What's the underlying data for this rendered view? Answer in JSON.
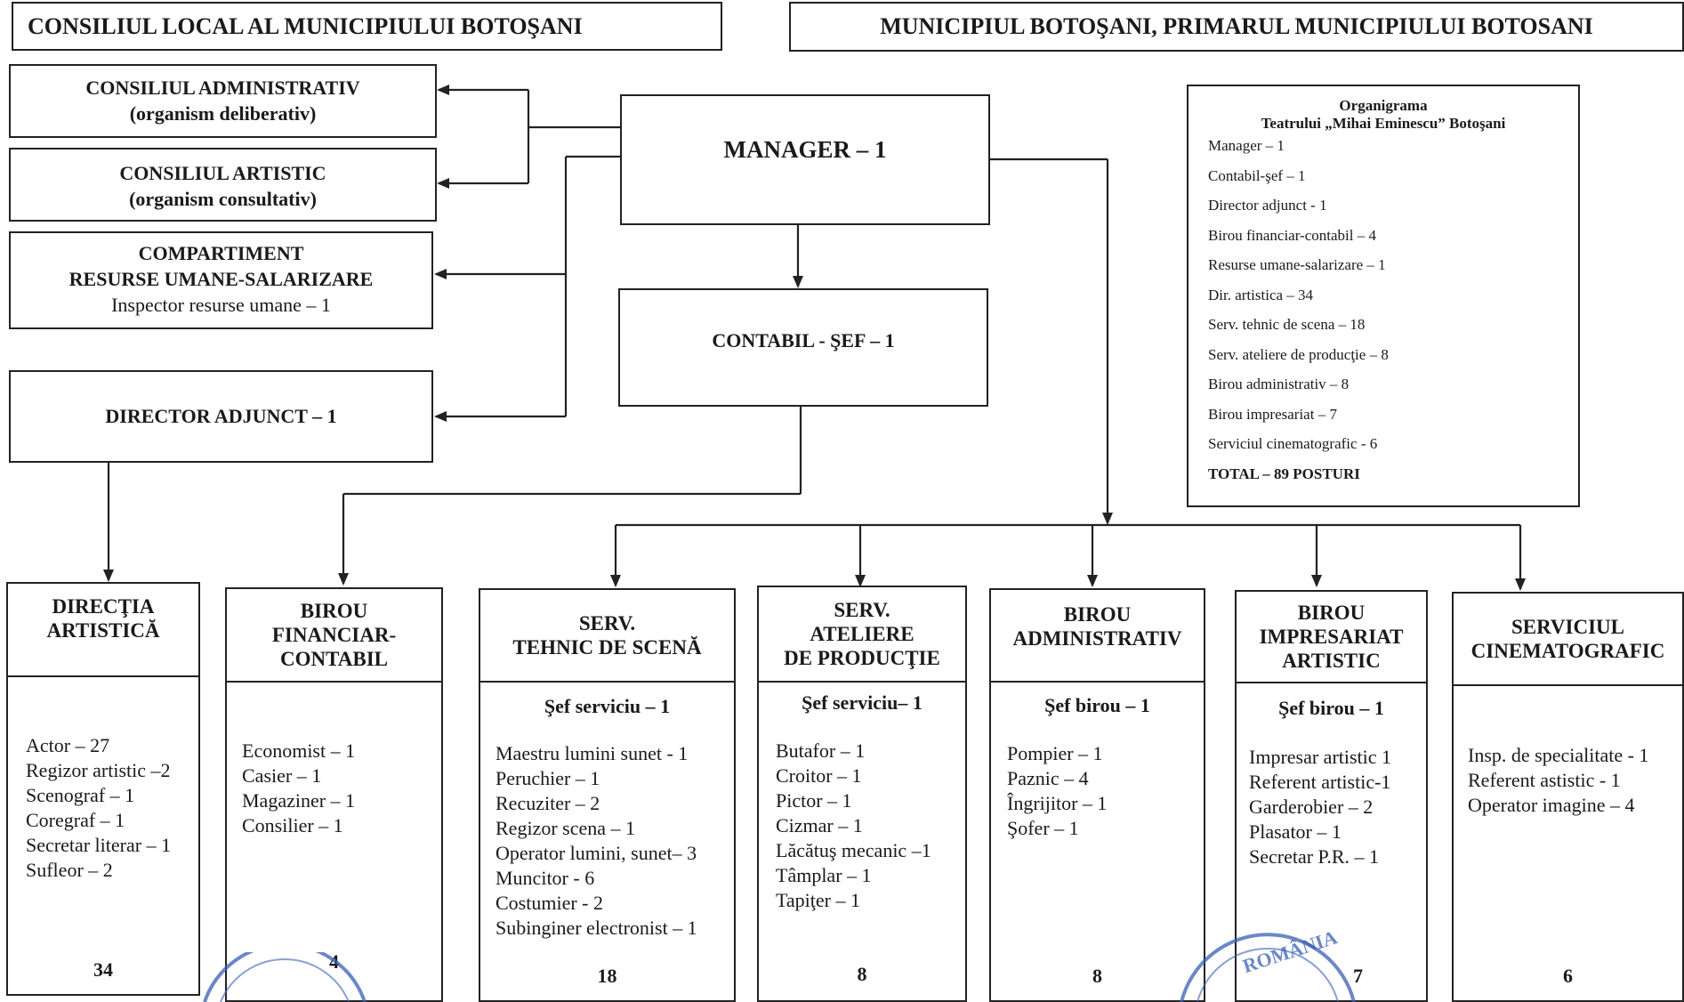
{
  "header_left": "CONSILIUL LOCAL AL MUNICIPIULUI  BOTOŞANI",
  "header_right": "MUNICIPIUL BOTOŞANI, PRIMARUL MUNICIPIULUI BOTOSANI",
  "consiliul_administrativ": {
    "title": "CONSILIUL ADMINISTRATIV",
    "subtitle": "(organism deliberativ)"
  },
  "consiliul_artistic": {
    "title": "CONSILIUL ARTISTIC",
    "subtitle": "(organism consultativ)"
  },
  "compartiment_ru": {
    "title1": "COMPARTIMENT",
    "title2": "RESURSE UMANE-SALARIZARE",
    "detail": "Inspector  resurse umane – 1"
  },
  "director_adjunct": "DIRECTOR ADJUNCT – 1",
  "manager": "MANAGER – 1",
  "contabil_sef": "CONTABIL - ŞEF – 1",
  "legend": {
    "title1": "Organigrama",
    "title2": "Teatrului „Mihai Eminescu”  Botoşani",
    "lines": [
      "Manager – 1",
      "Contabil-şef – 1",
      "Director adjunct - 1",
      "Birou  financiar-contabil –  4",
      "Resurse umane-salarizare –  1",
      "Dir. artistica – 34",
      "Serv. tehnic de scena – 18",
      "Serv. ateliere de producţie – 8",
      "Birou administrativ – 8",
      "Birou  impresariat –  7",
      "Serviciul cinematografic - 6"
    ],
    "total": "TOTAL – 89  POSTURI"
  },
  "departments": [
    {
      "title": "DIRECŢIA\nARTISTICĂ",
      "chief": "",
      "staff": [
        "Actor – 27",
        "Regizor artistic –2",
        "Scenograf  – 1",
        "Coregraf  – 1",
        "Secretar literar – 1",
        "Sufleor – 2"
      ],
      "count": "34"
    },
    {
      "title": "BIROU\nFINANCIAR-\nCONTABIL",
      "chief": "",
      "staff": [
        "Economist – 1",
        "Casier – 1",
        "Magaziner – 1",
        "Consilier – 1"
      ],
      "count": "4"
    },
    {
      "title": "SERV.\nTEHNIC DE SCENĂ",
      "chief": "Şef serviciu – 1",
      "staff": [
        "Maestru lumini sunet - 1",
        "Peruchier – 1",
        "Recuziter – 2",
        "Regizor scena – 1",
        "Operator lumini, sunet– 3",
        "Muncitor  - 6",
        "Costumier - 2",
        "Subinginer electronist – 1"
      ],
      "count": "18"
    },
    {
      "title": "SERV.\nATELIERE\nDE PRODUCŢIE",
      "chief": "Şef serviciu– 1",
      "staff": [
        "Butafor – 1",
        "Croitor – 1",
        "Pictor  – 1",
        "Cizmar – 1",
        "Lăcătuş mecanic –1",
        "Tâmplar  – 1",
        "Tapiţer – 1"
      ],
      "count": "8"
    },
    {
      "title": "BIROU\nADMINISTRATIV",
      "chief": "Şef birou –  1",
      "staff": [
        "Pompier – 1",
        "Paznic – 4",
        "Îngrijitor – 1",
        "Şofer – 1"
      ],
      "count": "8"
    },
    {
      "title": "BIROU\nIMPRESARIAT\nARTISTIC",
      "chief": "Şef birou – 1",
      "staff": [
        "Impresar artistic 1",
        "Referent artistic-1",
        "Garderobier – 2",
        "Plasator – 1",
        "Secretar P.R. – 1"
      ],
      "count": "7"
    },
    {
      "title": "SERVICIUL\nCINEMATOGRAFIC",
      "chief": "",
      "staff": [
        "Insp. de specialitate - 1",
        "Referent astistic - 1",
        "Operator imagine   – 4"
      ],
      "count": "6"
    }
  ],
  "colors": {
    "line": "#222222",
    "stamp": "#3a5fb5"
  }
}
